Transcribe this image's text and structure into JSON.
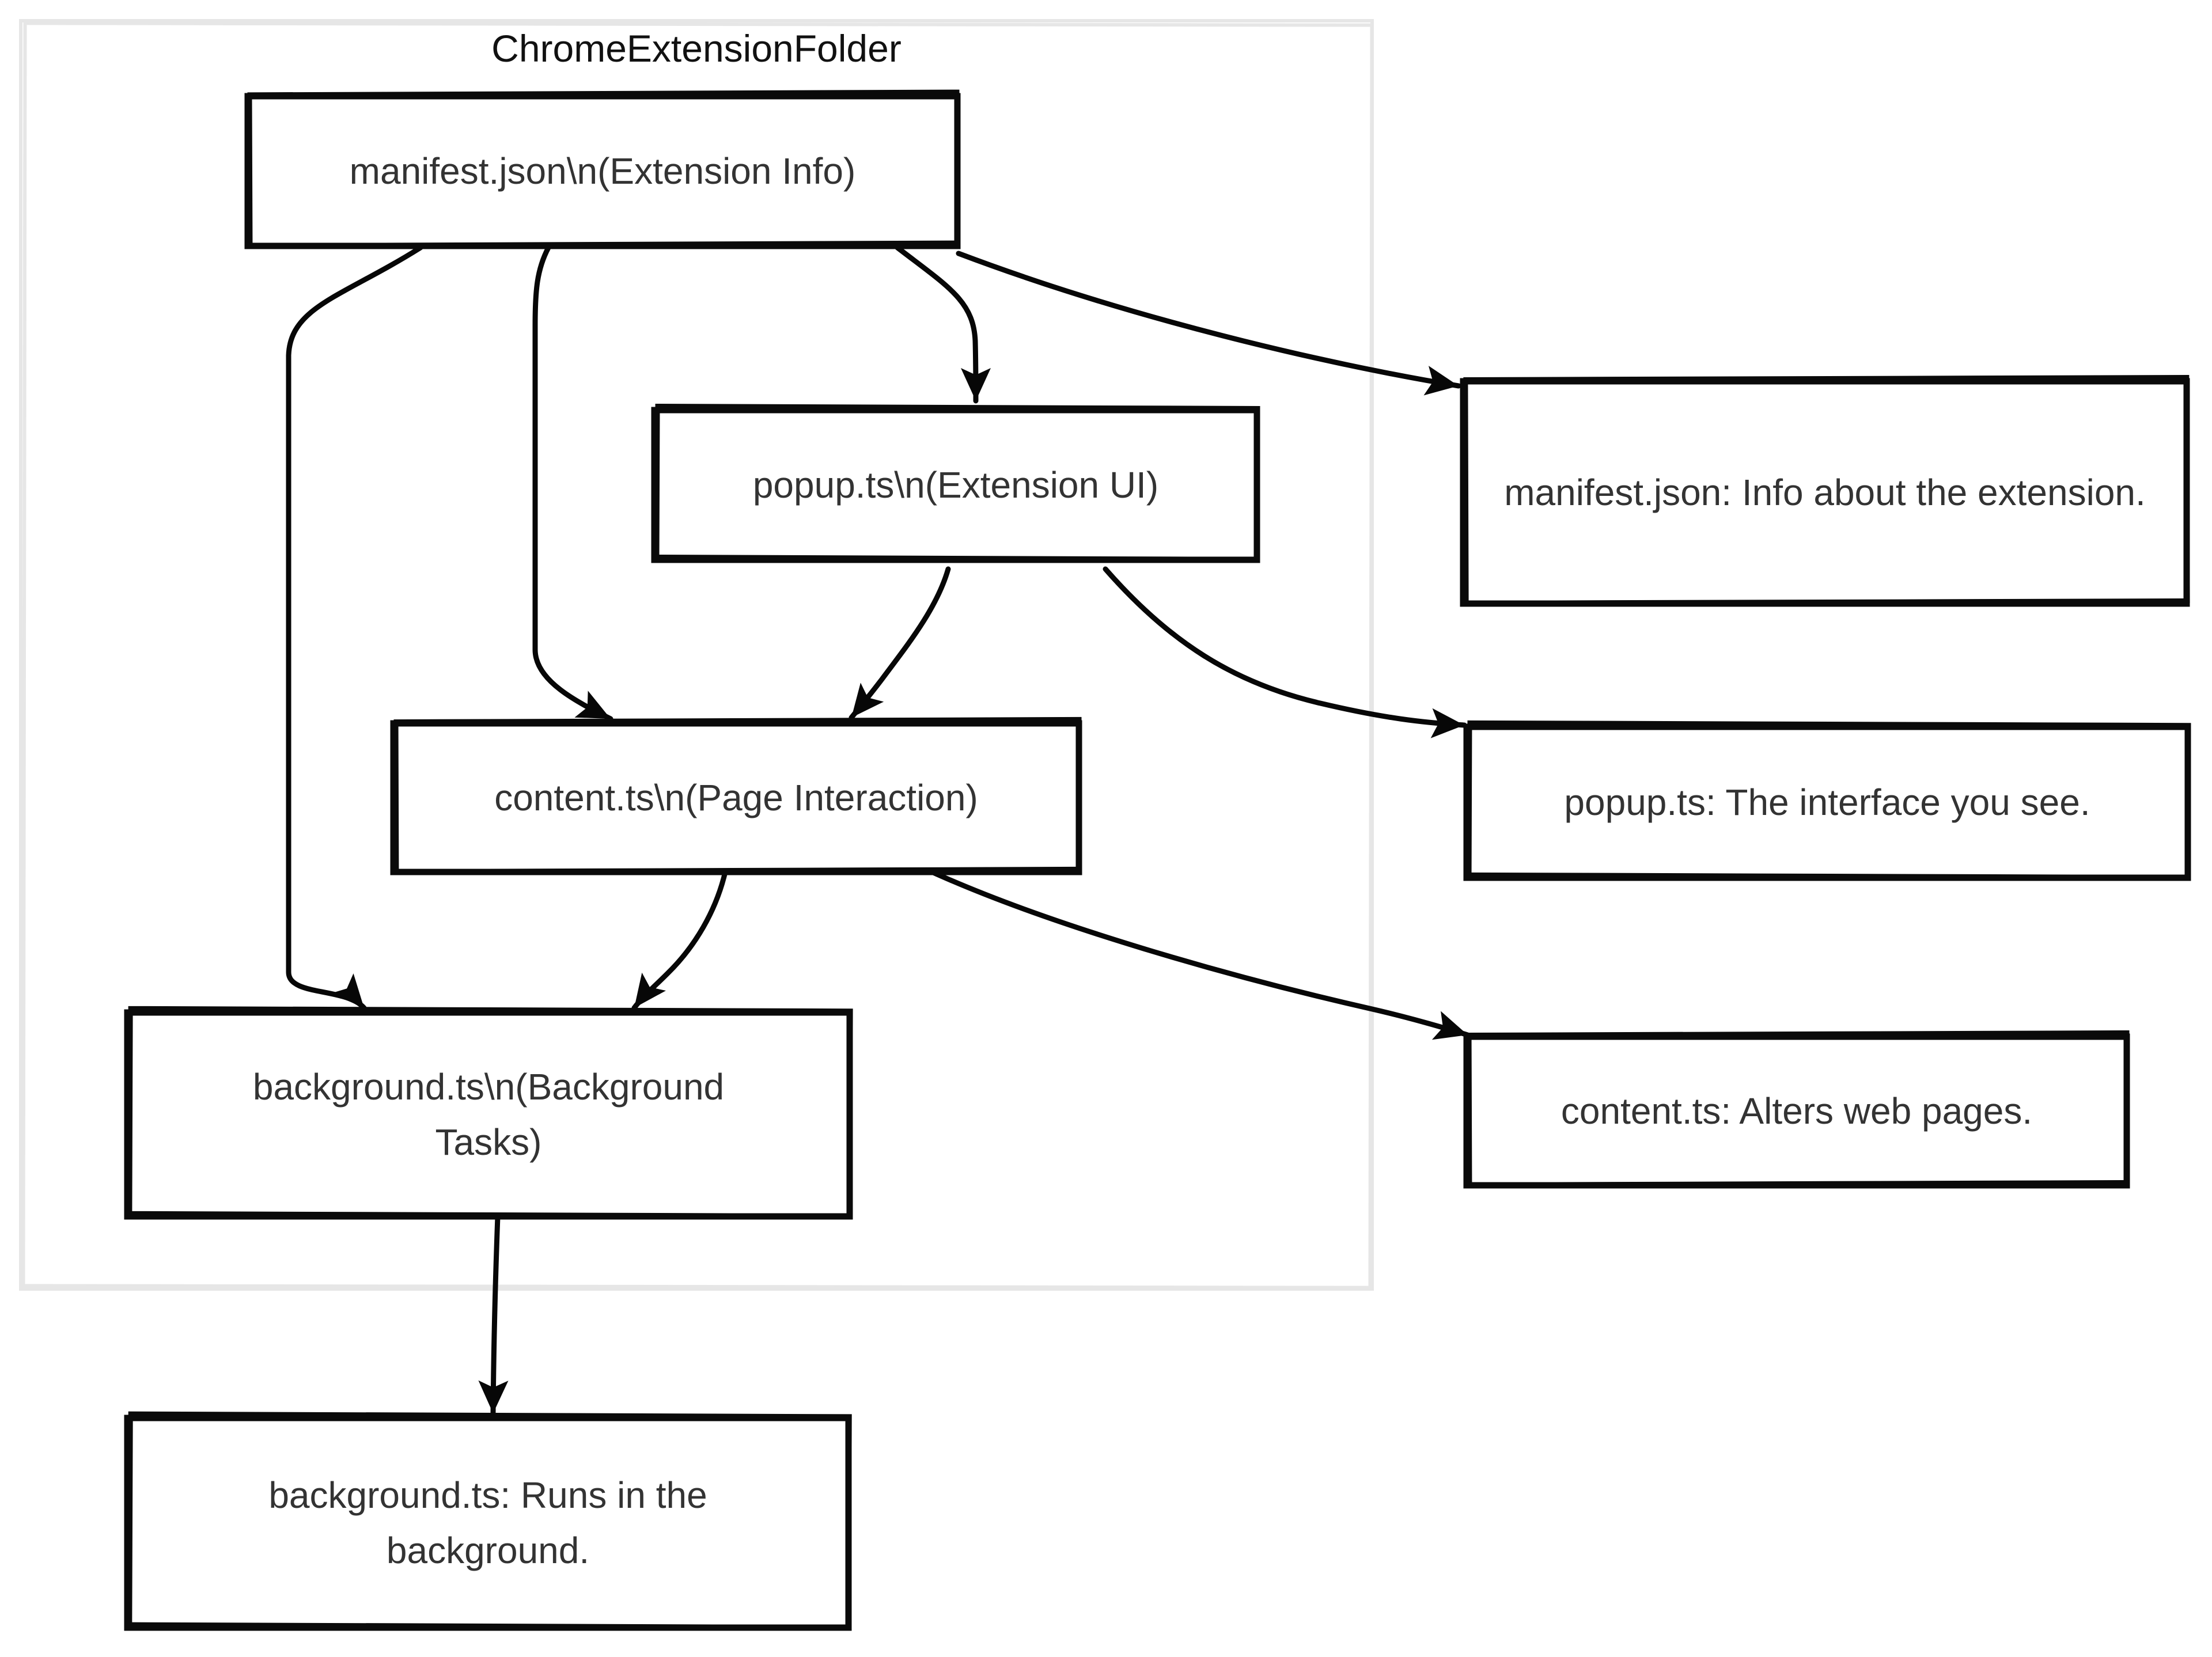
{
  "diagram": {
    "type": "flowchart",
    "style": "hand-drawn",
    "container": {
      "title": "ChromeExtensionFolder"
    },
    "nodes": {
      "manifest": {
        "label": "manifest.json\\n(Extension Info)",
        "in_container": true
      },
      "popup": {
        "label": "popup.ts\\n(Extension UI)",
        "in_container": true
      },
      "content": {
        "label": "content.ts\\n(Page Interaction)",
        "in_container": true
      },
      "background": {
        "label": "background.ts\\n(Background Tasks)",
        "in_container": true
      },
      "manifest_info": {
        "label": "manifest.json: Info about the extension.",
        "in_container": false
      },
      "popup_info": {
        "label": "popup.ts: The interface you see.",
        "in_container": false
      },
      "content_info": {
        "label": "content.ts: Alters web pages.",
        "in_container": false
      },
      "background_info": {
        "label": "background.ts: Runs in the background.",
        "in_container": false
      }
    },
    "edges": [
      {
        "from": "manifest",
        "to": "popup"
      },
      {
        "from": "manifest",
        "to": "content"
      },
      {
        "from": "manifest",
        "to": "background"
      },
      {
        "from": "manifest",
        "to": "manifest_info"
      },
      {
        "from": "popup",
        "to": "content"
      },
      {
        "from": "popup",
        "to": "popup_info"
      },
      {
        "from": "content",
        "to": "background"
      },
      {
        "from": "content",
        "to": "content_info"
      },
      {
        "from": "background",
        "to": "background_info"
      }
    ],
    "colors": {
      "background": "#ffffff",
      "node_stroke": "#0a0a0a",
      "node_fill": "#ffffff",
      "label_color": "#333333",
      "title_color": "#111111",
      "container_border": "#e6e6e6",
      "arrow_color": "#070707"
    }
  }
}
